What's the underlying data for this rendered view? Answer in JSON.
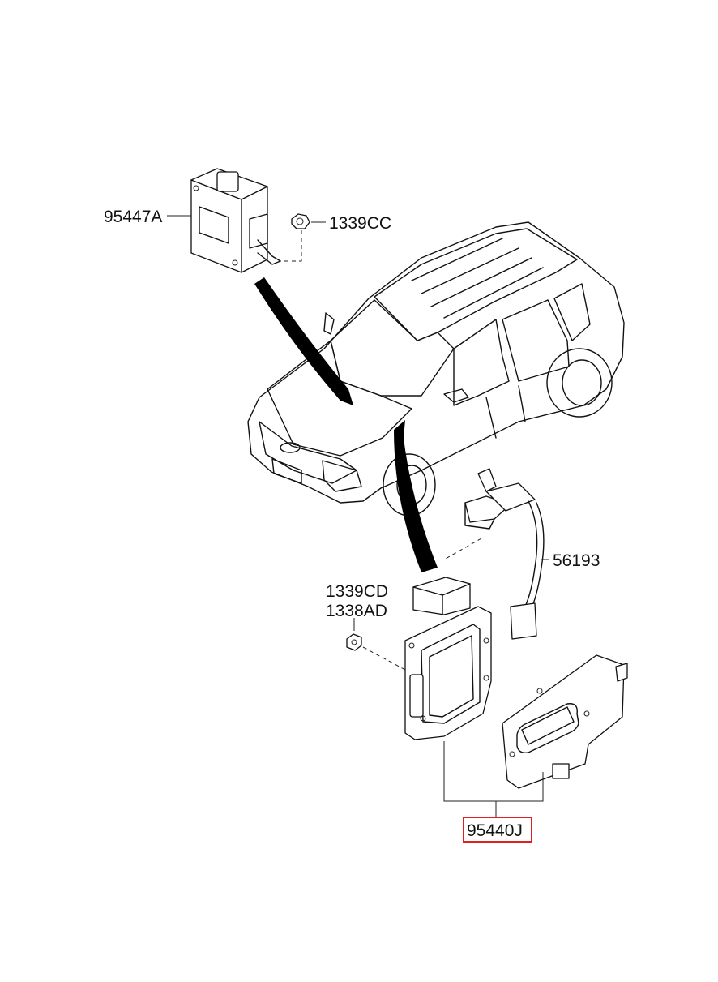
{
  "callouts": {
    "p95447A": "95447A",
    "p1339CC": "1339CC",
    "p56193": "56193",
    "p1339CD": "1339CD",
    "p1338AD": "1338AD",
    "p95440J": "95440J"
  },
  "highlight": {
    "part": "95440J",
    "color": "#e02020"
  }
}
